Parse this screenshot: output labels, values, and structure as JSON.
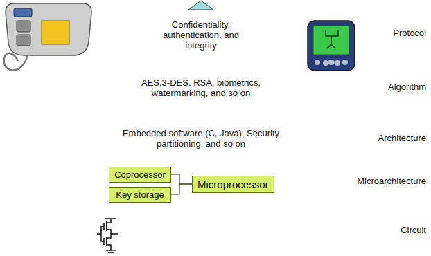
{
  "diagram": {
    "nodes": [
      {
        "text": [
          "Confidentiality, authentication, and integrity",
          "Protocol"
        ]
      },
      {
        "text": [
          "AES,3-DES, RSA, biometrics, watermarking, and so on",
          "Algorithm"
        ]
      },
      {
        "text": [
          "Embedded software (C, Java), Security partitioning, and so on",
          "Architecture"
        ]
      },
      {
        "text": [
          "Microarchitecture"
        ]
      },
      {
        "text": [
          "Coprocessor"
        ],
        "in": 3
      },
      {
        "text": [
          "Key storage"
        ],
        "in": 3
      },
      {
        "text": [
          "Microprocessor"
        ],
        "in": 3
      },
      {
        "text": [
          "Circuit"
        ]
      }
    ],
    "edges": [
      {
        "from": 4,
        "to": 6,
        "arrow": "none"
      },
      {
        "from": 5,
        "to": 6,
        "arrow": "none"
      }
    ]
  }
}
